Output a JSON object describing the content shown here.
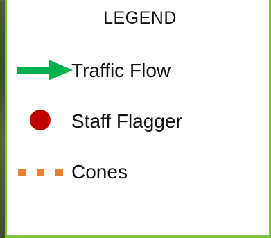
{
  "legend": {
    "title": "LEGEND",
    "items": [
      {
        "label": "Traffic Flow",
        "symbol": "green-arrow-icon",
        "color": "#00b050"
      },
      {
        "label": "Staff Flagger",
        "symbol": "red-circle-icon",
        "color": "#c00000"
      },
      {
        "label": "Cones",
        "symbol": "orange-dashes-icon",
        "color": "#ed7d31"
      }
    ],
    "border_color": "#7cc243"
  }
}
